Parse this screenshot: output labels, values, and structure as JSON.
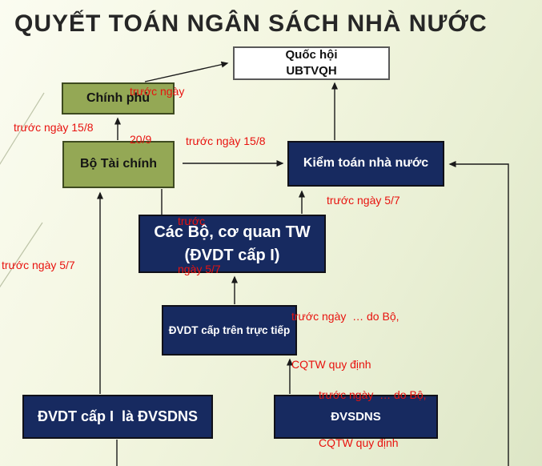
{
  "slide": {
    "title": "QUYẾT TOÁN NGÂN SÁCH NHÀ NƯỚC"
  },
  "nodes": {
    "quoc_hoi": {
      "line1": "Quốc hội",
      "line2": "UBTVQH"
    },
    "chinh_phu": {
      "label": "Chính phủ"
    },
    "bo_tai_chinh": {
      "label": "Bộ Tài chính"
    },
    "kiem_toan": {
      "label": "Kiểm toán nhà nước"
    },
    "cac_bo": {
      "line1": "Các Bộ, cơ quan TW",
      "line2": "(ĐVDT cấp I)"
    },
    "dvdt_cap_tren": {
      "label": "ĐVDT cấp trên trực tiếp"
    },
    "dvdt_cap1": {
      "label": "ĐVDT cấp I  là ĐVSDNS"
    },
    "dvsdns": {
      "label": "ĐVSDNS"
    }
  },
  "edge_labels": {
    "before_20_9": {
      "line1": "trước ngày",
      "line2": "20/9"
    },
    "before_15_8_left": "trước ngày 15/8",
    "before_15_8_mid": "trước ngày 15/8",
    "before_5_7_stacked": {
      "line1": "trước",
      "line2": "ngày 5/7"
    },
    "before_5_7_audit": "trước ngày 5/7",
    "before_5_7_left": "trước ngày 5/7",
    "before_rule_upper": {
      "line1": "trước ngày  … do Bộ,",
      "line2": "CQTW quy định"
    },
    "before_rule_lower": {
      "line1": "trước ngày  … do Bộ,",
      "line2": "CQTW quy định"
    }
  },
  "colors": {
    "title": "#262626",
    "navy": "#172a60",
    "green": "#94a855",
    "green_border": "#3e4a20",
    "red_label": "#e8120e",
    "arrow": "#1a1a1a",
    "background_light": "#fbfcf1",
    "background_dark": "#dde6c6"
  }
}
